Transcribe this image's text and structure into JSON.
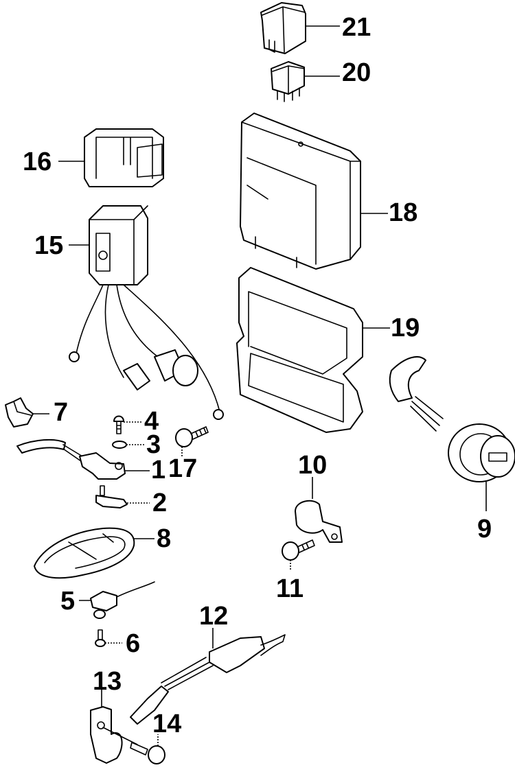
{
  "diagram": {
    "title": "Electrical components exploded parts diagram",
    "callouts": [
      {
        "id": "1",
        "label": "1"
      },
      {
        "id": "2",
        "label": "2"
      },
      {
        "id": "3",
        "label": "3"
      },
      {
        "id": "4",
        "label": "4"
      },
      {
        "id": "5",
        "label": "5"
      },
      {
        "id": "6",
        "label": "6"
      },
      {
        "id": "7",
        "label": "7"
      },
      {
        "id": "8",
        "label": "8"
      },
      {
        "id": "9",
        "label": "9"
      },
      {
        "id": "10",
        "label": "10"
      },
      {
        "id": "11",
        "label": "11"
      },
      {
        "id": "12",
        "label": "12"
      },
      {
        "id": "13",
        "label": "13"
      },
      {
        "id": "14",
        "label": "14"
      },
      {
        "id": "15",
        "label": "15"
      },
      {
        "id": "16",
        "label": "16"
      },
      {
        "id": "17",
        "label": "17"
      },
      {
        "id": "18",
        "label": "18"
      },
      {
        "id": "19",
        "label": "19"
      },
      {
        "id": "20",
        "label": "20"
      },
      {
        "id": "21",
        "label": "21"
      }
    ],
    "parts": [
      {
        "callout": "21",
        "name": "relay-large"
      },
      {
        "callout": "20",
        "name": "relay-small"
      },
      {
        "callout": "16",
        "name": "cap-cover"
      },
      {
        "callout": "15",
        "name": "regulator-harness"
      },
      {
        "callout": "18",
        "name": "control-unit"
      },
      {
        "callout": "19",
        "name": "rubber-cover"
      },
      {
        "callout": "7",
        "name": "clamp"
      },
      {
        "callout": "4",
        "name": "screw"
      },
      {
        "callout": "3",
        "name": "washer"
      },
      {
        "callout": "1",
        "name": "sensor"
      },
      {
        "callout": "2",
        "name": "stud-bracket"
      },
      {
        "callout": "17",
        "name": "bolt"
      },
      {
        "callout": "8",
        "name": "sensor-cover"
      },
      {
        "callout": "5",
        "name": "switch"
      },
      {
        "callout": "6",
        "name": "screw"
      },
      {
        "callout": "9",
        "name": "ignition-switch"
      },
      {
        "callout": "10",
        "name": "clamp-bracket"
      },
      {
        "callout": "11",
        "name": "bolt"
      },
      {
        "callout": "12",
        "name": "switch-harness"
      },
      {
        "callout": "13",
        "name": "bracket"
      },
      {
        "callout": "14",
        "name": "bolt"
      }
    ]
  }
}
